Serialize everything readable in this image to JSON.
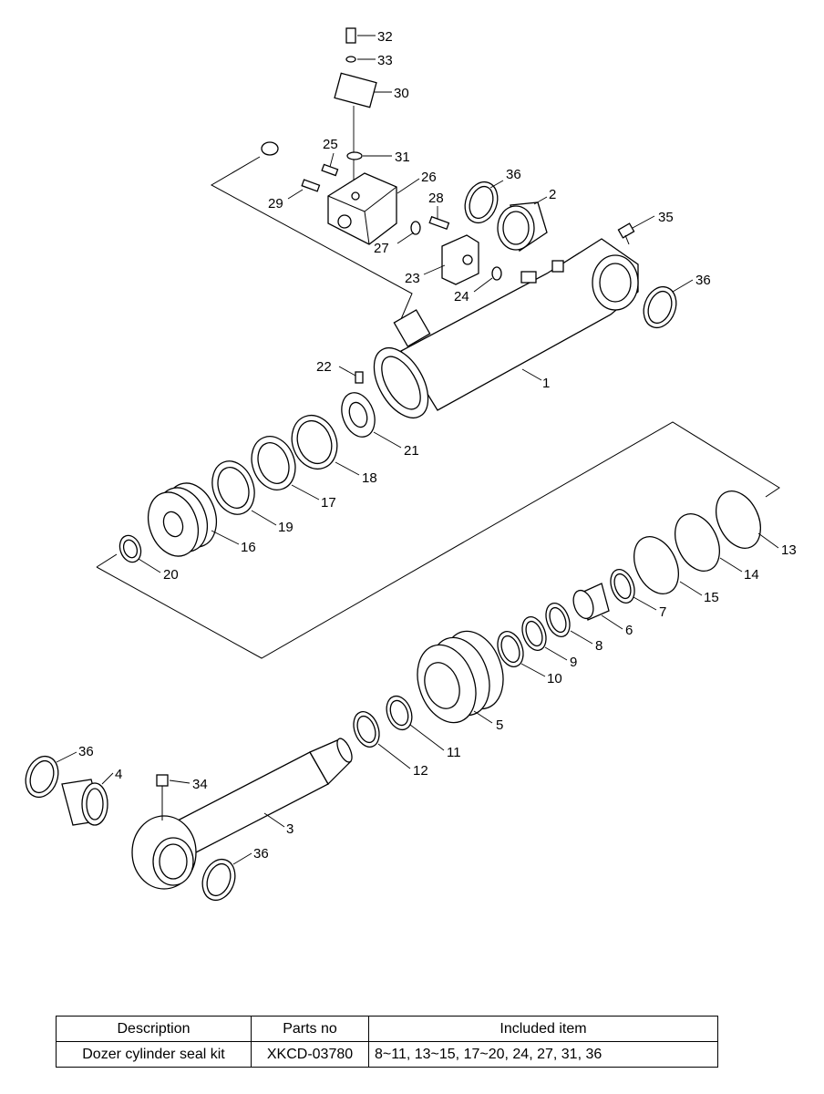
{
  "callouts": [
    {
      "id": "1",
      "label": "1"
    },
    {
      "id": "2",
      "label": "2"
    },
    {
      "id": "3",
      "label": "3"
    },
    {
      "id": "4",
      "label": "4"
    },
    {
      "id": "5",
      "label": "5"
    },
    {
      "id": "6",
      "label": "6"
    },
    {
      "id": "7",
      "label": "7"
    },
    {
      "id": "8",
      "label": "8"
    },
    {
      "id": "9",
      "label": "9"
    },
    {
      "id": "10",
      "label": "10"
    },
    {
      "id": "11",
      "label": "11"
    },
    {
      "id": "12",
      "label": "12"
    },
    {
      "id": "13",
      "label": "13"
    },
    {
      "id": "14",
      "label": "14"
    },
    {
      "id": "15",
      "label": "15"
    },
    {
      "id": "16",
      "label": "16"
    },
    {
      "id": "17",
      "label": "17"
    },
    {
      "id": "18",
      "label": "18"
    },
    {
      "id": "19",
      "label": "19"
    },
    {
      "id": "20",
      "label": "20"
    },
    {
      "id": "21",
      "label": "21"
    },
    {
      "id": "22",
      "label": "22"
    },
    {
      "id": "23",
      "label": "23"
    },
    {
      "id": "24",
      "label": "24"
    },
    {
      "id": "25",
      "label": "25"
    },
    {
      "id": "26",
      "label": "26"
    },
    {
      "id": "27",
      "label": "27"
    },
    {
      "id": "28",
      "label": "28"
    },
    {
      "id": "29",
      "label": "29"
    },
    {
      "id": "30",
      "label": "30"
    },
    {
      "id": "31",
      "label": "31"
    },
    {
      "id": "32",
      "label": "32"
    },
    {
      "id": "33",
      "label": "33"
    },
    {
      "id": "34",
      "label": "34"
    },
    {
      "id": "35",
      "label": "35"
    },
    {
      "id": "36a",
      "label": "36"
    },
    {
      "id": "36b",
      "label": "36"
    },
    {
      "id": "36c",
      "label": "36"
    },
    {
      "id": "36d",
      "label": "36"
    }
  ],
  "table": {
    "headers": [
      "Description",
      "Parts no",
      "Included item"
    ],
    "rows": [
      [
        "Dozer cylinder seal kit",
        "XKCD-03780",
        "8~11, 13~15, 17~20, 24, 27, 31, 36"
      ]
    ]
  }
}
